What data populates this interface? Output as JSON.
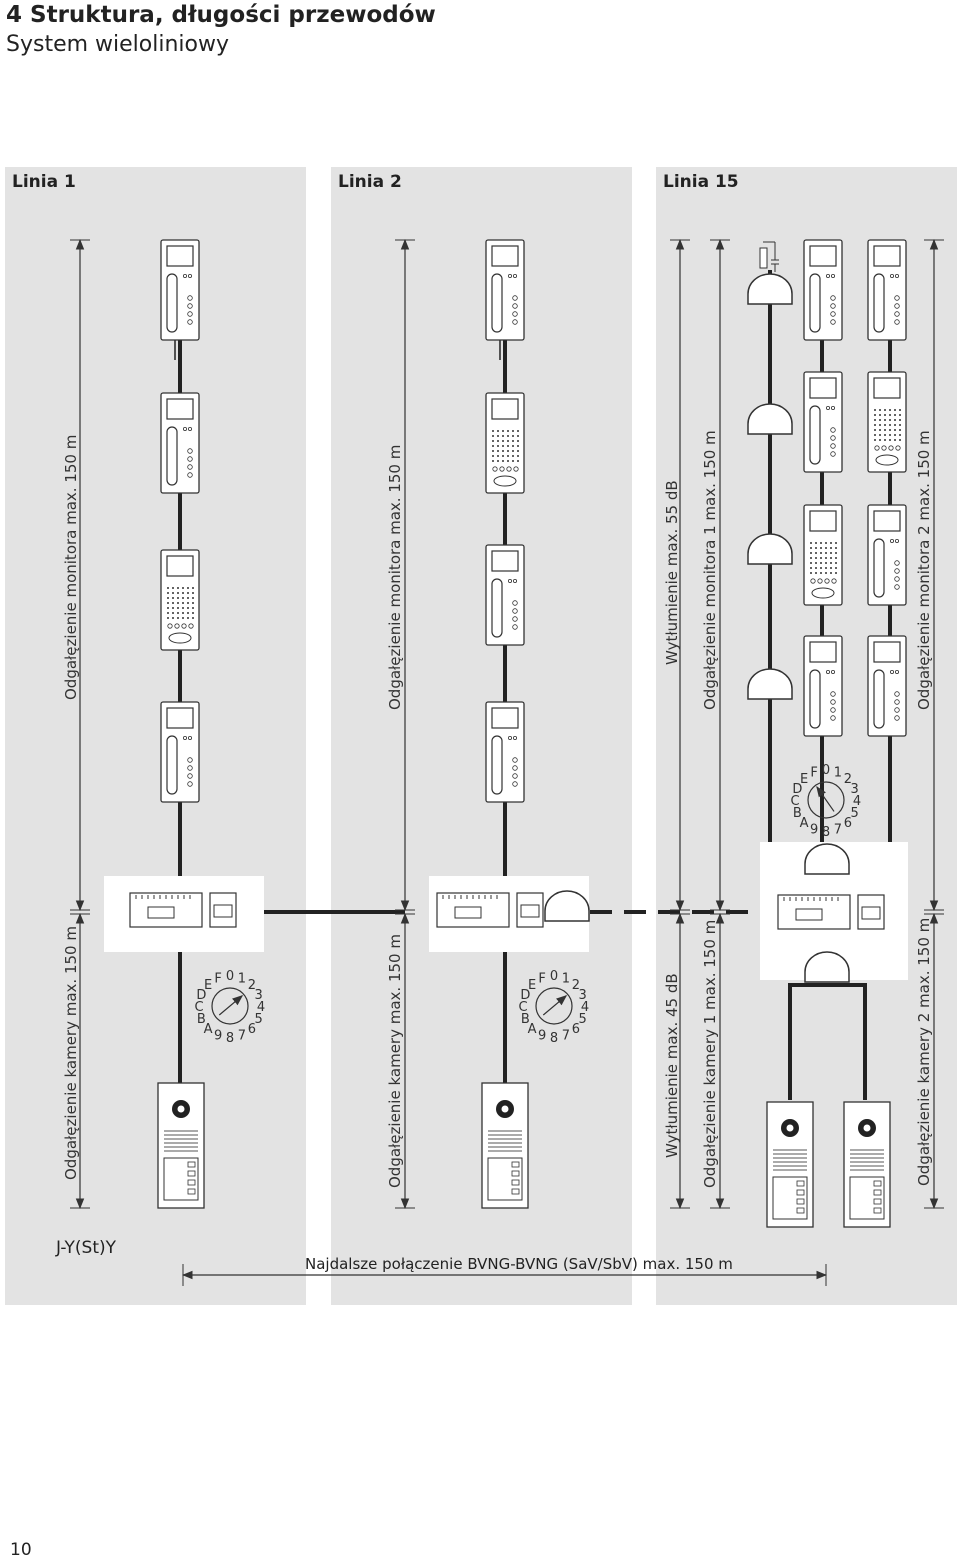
{
  "header": {
    "title": "4 Struktura, długości przewodów",
    "subtitle": "System wieloliniowy"
  },
  "lanes": [
    {
      "title": "Linia 1",
      "labels": {
        "monitor_branch": "Odgałęzienie monitora max. 150 m",
        "camera_branch": "Odgałęzienie kamery max. 150 m"
      }
    },
    {
      "title": "Linia 2",
      "labels": {
        "monitor_branch": "Odgałęzienie monitora max. 150 m",
        "camera_branch": "Odgałęzienie kamery max. 150 m"
      }
    },
    {
      "title": "Linia 15",
      "labels": {
        "attenuation_top": "Wytłumienie max. 55 dB",
        "monitor_branch_1": "Odgałęzienie monitora 1 max. 150 m",
        "monitor_branch_2": "Odgałęzienie monitora 2 max. 150 m",
        "attenuation_bottom": "Wytłumienie max. 45 dB",
        "camera_branch_1": "Odgałęzienie kamery 1 max. 150 m",
        "camera_branch_2": "Odgałęzienie kamery 2 max. 150 m"
      }
    }
  ],
  "dial": {
    "hex_digits": [
      "0",
      "1",
      "2",
      "3",
      "4",
      "5",
      "6",
      "7",
      "8",
      "9",
      "A",
      "B",
      "C",
      "D",
      "E",
      "F"
    ]
  },
  "footer": {
    "cable_type": "J-Y(St)Y",
    "longest_connection": "Najdalsze połączenie BVNG-BVNG (SaV/SbV) max. 150 m",
    "page_number": "10"
  },
  "colors": {
    "lane_background": "#e3e3e3",
    "line": "#222222",
    "device_fill": "#ffffff"
  }
}
